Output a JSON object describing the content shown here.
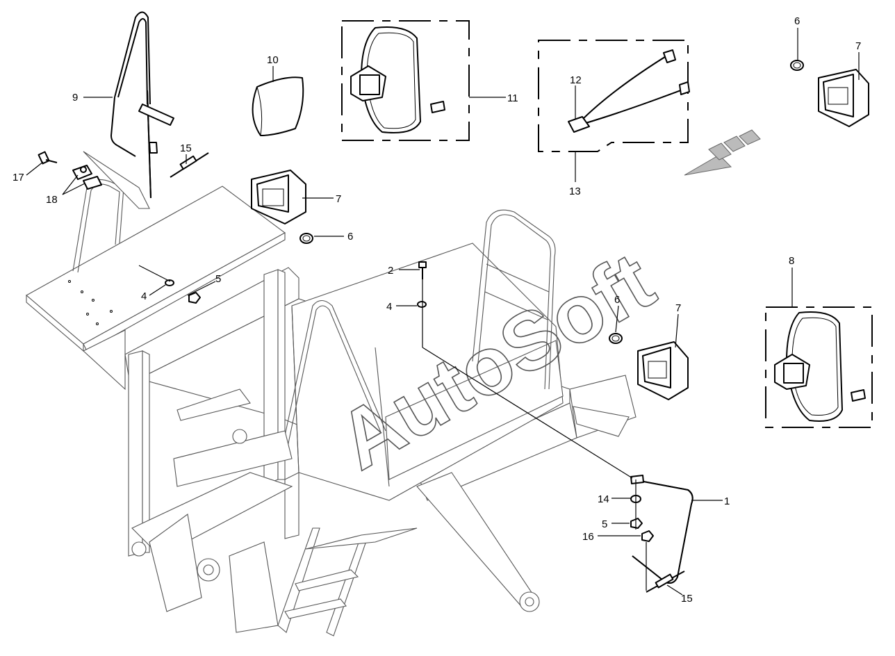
{
  "diagram": {
    "watermark": "AutoSoft",
    "callouts": {
      "c1": "1",
      "c2": "2",
      "c4a": "4",
      "c4b": "4",
      "c5a": "5",
      "c5b": "5",
      "c6a": "6",
      "c6b": "6",
      "c6c": "6",
      "c7a": "7",
      "c7b": "7",
      "c7c": "7",
      "c8": "8",
      "c9": "9",
      "c10": "10",
      "c11": "11",
      "c12": "12",
      "c13": "13",
      "c14": "14",
      "c15a": "15",
      "c15b": "15",
      "c16": "16",
      "c17": "17",
      "c18": "18"
    }
  }
}
